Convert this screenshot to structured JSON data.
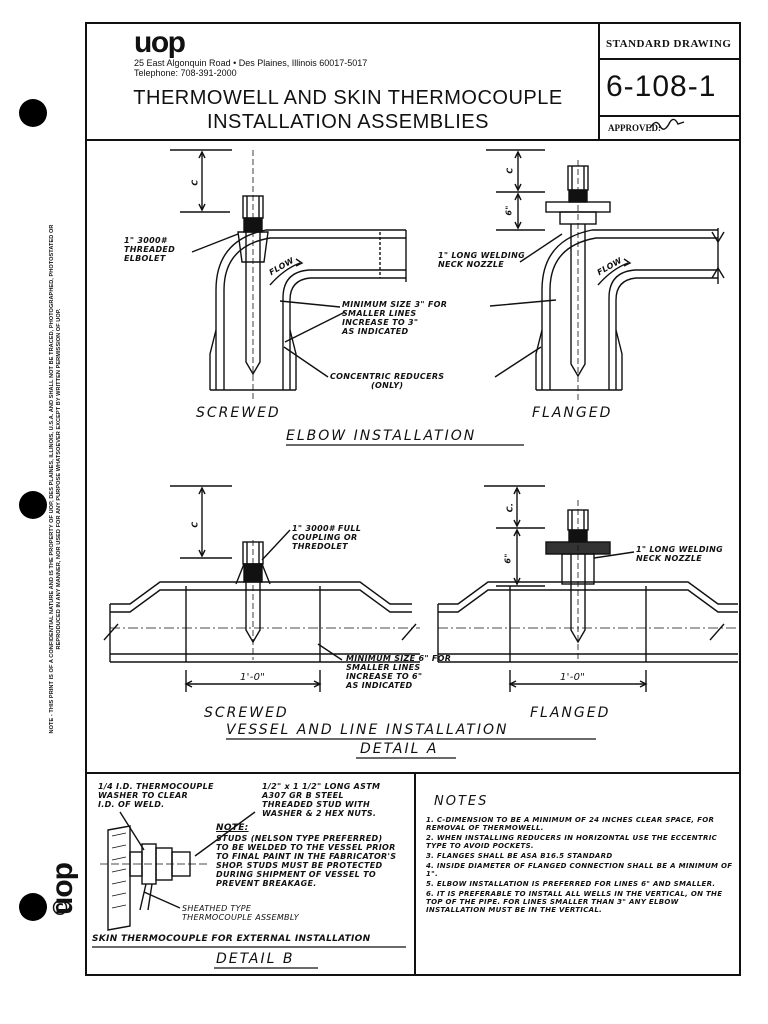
{
  "side": {
    "notice_line1": "NOTE - THIS PRINT IS OF A CONFIDENTIAL NATURE AND IS THE PROPERTY OF UOP, DES PLAINES, ILLINOIS, U.S.A. AND SHALL NOT BE TRACED, PHOTOGRAPHED, PHOTOSTATED OR",
    "notice_line2": "REPRODUCED IN ANY MANNER, NOR USED FOR ANY PURPOSE WHATSOEVER EXCEPT BY WRITTEN PERMISSION OF UOP.",
    "logo": "uop",
    "copyright": "©"
  },
  "header": {
    "logo": "uop",
    "address": "25 East Algonquin Road • Des Plaines, Illinois 60017-5017",
    "telephone": "Telephone: 708-391-2000",
    "title_line1": "THERMOWELL AND SKIN THERMOCOUPLE",
    "title_line2": "INSTALLATION ASSEMBLIES",
    "standard_drawing": "STANDARD DRAWING",
    "drawing_number": "6-108-1",
    "approved": "APPROVED:"
  },
  "elbow": {
    "dim_c_left": "C",
    "dim_c_right": "C",
    "dim_6_right": "6\"",
    "threaded_elbolet": [
      "1\" 3000# THREADED",
      "ELBOLET"
    ],
    "welding_neck": [
      "1\" LONG WELDING",
      "NECK NOZZLE"
    ],
    "flow_left": "FLOW",
    "flow_right": "FLOW",
    "min_size": [
      "MINIMUM SIZE 3\" FOR",
      "SMALLER LINES",
      "INCREASE TO 3\"",
      "AS INDICATED"
    ],
    "reducers": [
      "CONCENTRIC REDUCERS",
      "(ONLY)"
    ],
    "screwed": "SCREWED",
    "flanged": "FLANGED",
    "section_title": "ELBOW INSTALLATION"
  },
  "vessel": {
    "dim_c_left": "C",
    "dim_c_right": "C.",
    "dim_6_right": "6\"",
    "full_coupling": [
      "1\" 3000# FULL",
      "COUPLING OR",
      "THREDOLET"
    ],
    "welding_neck": [
      "1\" LONG WELDING",
      "NECK NOZZLE"
    ],
    "dim_left": "1'-0\"",
    "dim_right": "1'-0\"",
    "min_size": [
      "MINIMUM SIZE 6\" FOR",
      "SMALLER LINES",
      "INCREASE TO 6\"",
      "AS INDICATED"
    ],
    "screwed": "SCREWED",
    "flanged": "FLANGED",
    "section_title": "VESSEL AND LINE INSTALLATION",
    "detail": "DETAIL A"
  },
  "detail_b": {
    "washer": [
      "1/4 I.D. THERMOCOUPLE",
      "WASHER TO CLEAR",
      "I.D. OF WELD."
    ],
    "stud": [
      "1/2\" x 1 1/2\" LONG ASTM",
      "A307 GR B STEEL",
      "THREADED STUD WITH",
      "WASHER & 2 HEX NUTS."
    ],
    "note_heading": "NOTE:",
    "note_body": [
      "STUDS (NELSON TYPE PREFERRED)",
      "TO BE WELDED TO THE VESSEL PRIOR",
      "TO FINAL PAINT IN THE FABRICATOR'S",
      "SHOP. STUDS MUST BE PROTECTED",
      "DURING SHIPMENT OF VESSEL TO",
      "PREVENT BREAKAGE."
    ],
    "sheathed": [
      "SHEATHED TYPE",
      "THERMOCOUPLE ASSEMBLY"
    ],
    "caption": "SKIN THERMOCOUPLE FOR EXTERNAL INSTALLATION",
    "detail": "DETAIL B"
  },
  "notes": {
    "title": "NOTES",
    "items": [
      "1. C-DIMENSION TO BE A MINIMUM OF 24 INCHES CLEAR SPACE, FOR REMOVAL OF THERMOWELL.",
      "2. WHEN INSTALLING REDUCERS IN HORIZONTAL USE THE ECCENTRIC TYPE TO AVOID POCKETS.",
      "3. FLANGES SHALL BE ASA B16.5 STANDARD",
      "4. INSIDE DIAMETER OF FLANGED CONNECTION SHALL BE A MINIMUM OF 1\".",
      "5. ELBOW INSTALLATION IS PREFERRED FOR LINES 6\" AND SMALLER.",
      "6. IT IS PREFERABLE TO INSTALL ALL WELLS IN THE VERTICAL, ON THE TOP OF THE PIPE. FOR LINES SMALLER THAN 3\" ANY ELBOW INSTALLATION MUST BE IN THE VERTICAL."
    ]
  }
}
